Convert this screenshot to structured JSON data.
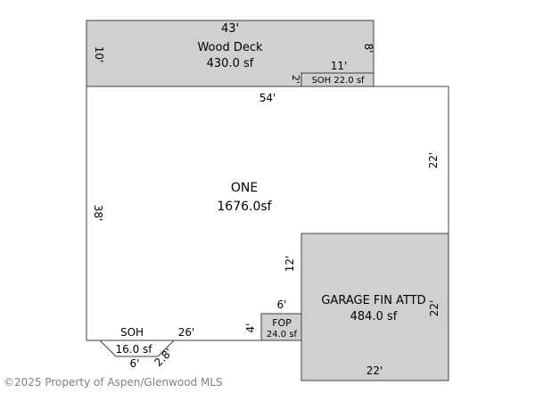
{
  "colors": {
    "shaded": "#d0d0d0",
    "stroke": "#404040",
    "background": "#ffffff",
    "watermark": "#808080"
  },
  "deck": {
    "name": "Wood Deck",
    "area": "430.0 sf",
    "top": "43'",
    "left": "10'",
    "right": "8'"
  },
  "soh_top": {
    "name": "SOH 22.0 sf",
    "width": "11'",
    "height": "2'"
  },
  "main": {
    "name": "ONE",
    "area": "1676.0sf",
    "top": "54'",
    "left": "38'",
    "right": "22'",
    "bottom": "26'",
    "garage_side": "12'"
  },
  "garage": {
    "name": "GARAGE FIN ATTD",
    "area": "484.0 sf",
    "right": "22'",
    "bottom": "22'"
  },
  "fop": {
    "name": "FOP",
    "area": "24.0 sf",
    "width": "6'",
    "height": "4'"
  },
  "soh_bottom": {
    "name": "SOH",
    "area": "16.0 sf",
    "width": "6'",
    "side": "2.8'"
  },
  "copyright": "©2025 Property of Aspen/Glenwood MLS"
}
